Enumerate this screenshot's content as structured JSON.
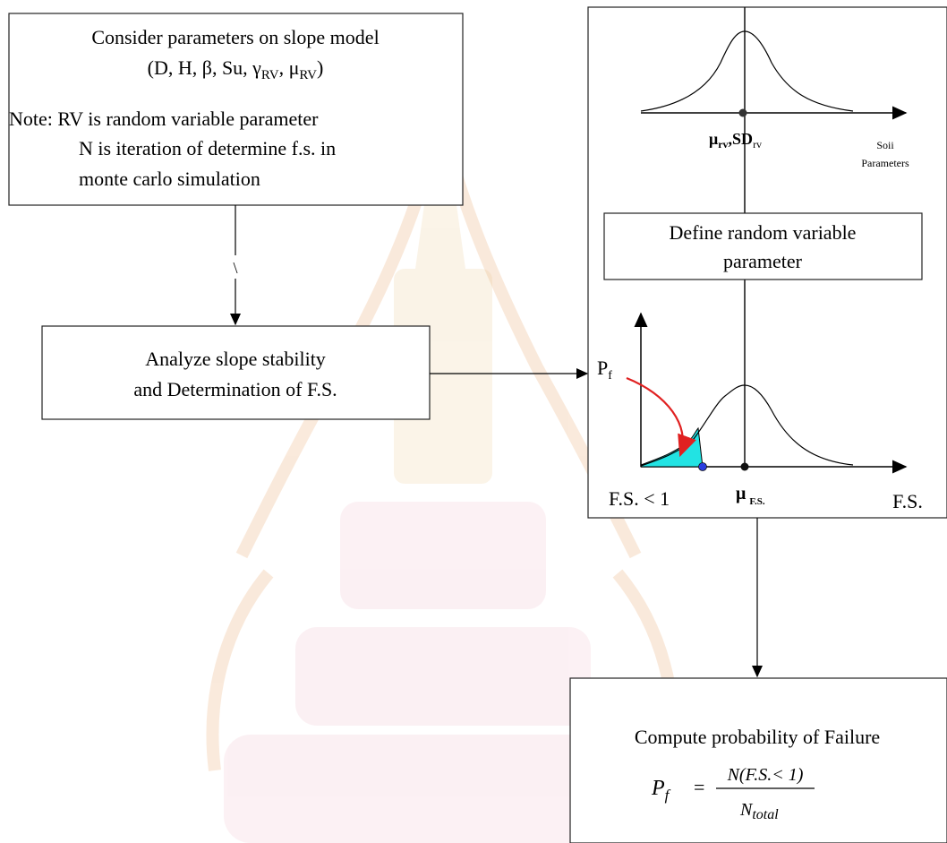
{
  "box_consider": {
    "line1": "Consider parameters on slope model",
    "params_main": "(D, H, β, Su, γ",
    "params_sub1": "RV",
    "params_mid": ", μ",
    "params_sub2": "RV",
    "params_end": ")",
    "note_line1": "Note: RV is random variable parameter",
    "note_line2": "N is iteration of determine f.s. in",
    "note_line3": "monte carlo simulation"
  },
  "connector_mark": "\\",
  "box_analyze": {
    "line1": "Analyze slope stability",
    "line2": "and Determination  of F.S."
  },
  "box_define": {
    "line1": "Define random  variable",
    "line2": "parameter"
  },
  "top_plot": {
    "mu_label": "μ",
    "mu_sub": "rv",
    "sd_label": ",SD",
    "sd_sub": "rv",
    "axis_label_line1": "Soii",
    "axis_label_line2": "Parameters"
  },
  "bottom_plot": {
    "pf_label": "P",
    "pf_sub": "f",
    "fs_lt_label": "F.S. < 1",
    "mu_label": "μ",
    "mu_sub": "F.S.",
    "axis_label": "F.S."
  },
  "box_compute": {
    "title": "Compute probability of Failure",
    "formula_lhs": "P",
    "formula_lhs_sub": "f",
    "formula_eq": "=",
    "formula_num": "N(F.S.< 1)",
    "formula_den": "N",
    "formula_den_sub": "total"
  },
  "colors": {
    "shade_fill": "#22e3e3",
    "pf_arrow": "#e02020",
    "dot_blue": "#2a3ee0",
    "watermark_gold": "#e8b070",
    "watermark_pink": "#f2b0c8"
  }
}
